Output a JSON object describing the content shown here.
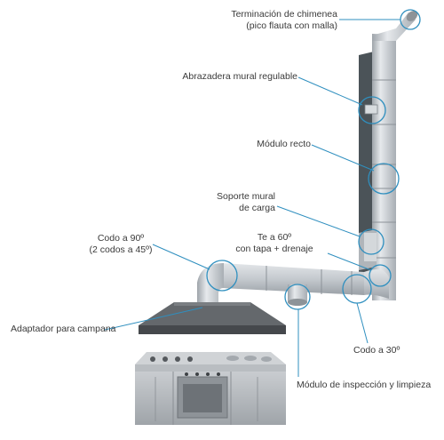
{
  "labels": {
    "terminacion_l1": "Terminación de chimenea",
    "terminacion_l2": "(pico flauta con malla)",
    "abrazadera": "Abrazadera mural regulable",
    "modulo_recto": "Módulo recto",
    "soporte_l1": "Soporte mural",
    "soporte_l2": "de carga",
    "te_l1": "Te a 60º",
    "te_l2": "con tapa + drenaje",
    "codo90_l1": "Codo a 90º",
    "codo90_l2": "(2 codos a 45º)",
    "adaptador": "Adaptador para campana",
    "codo30": "Codo a 30º",
    "modulo_inspeccion": "Módulo de inspección y limpieza"
  },
  "colors": {
    "callout": "#2f8fbf",
    "pipe": "#c9ced3",
    "wall": "#4b5358",
    "hood": "#55585c",
    "cabinet": "#b3b7bb"
  }
}
